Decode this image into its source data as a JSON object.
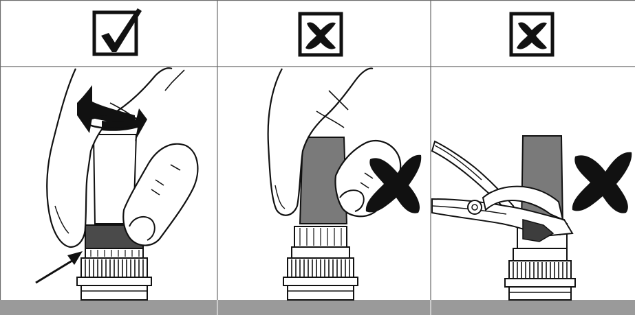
{
  "panels": [
    {
      "id": "correct",
      "verdict": "correct",
      "icon": "checkbox-check-icon",
      "scene": "hand-tighten-fingers"
    },
    {
      "id": "wrong-grip",
      "verdict": "incorrect",
      "icon": "checkbox-cross-icon",
      "scene": "hand-grip-body"
    },
    {
      "id": "wrong-tool",
      "verdict": "incorrect",
      "icon": "checkbox-cross-icon",
      "scene": "pliers"
    }
  ],
  "colors": {
    "ink": "#111111",
    "body_gray": "#7a7a7a",
    "dark_gray": "#3d3d3d",
    "footer_bar": "#9a9a9a",
    "grid_line": "#6a6a6a"
  }
}
